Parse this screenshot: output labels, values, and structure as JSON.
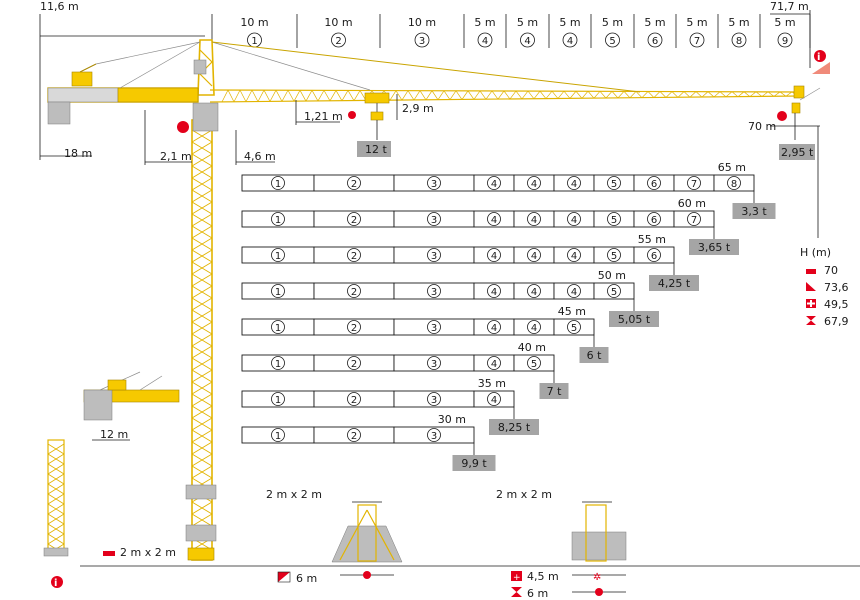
{
  "header_dims": {
    "top_left": "11,6 m",
    "top_right": "71,7 m",
    "sections": [
      {
        "label": "10 m",
        "num": "1"
      },
      {
        "label": "10 m",
        "num": "2"
      },
      {
        "label": "10 m",
        "num": "3"
      },
      {
        "label": "5 m",
        "num": "4"
      },
      {
        "label": "5 m",
        "num": "4"
      },
      {
        "label": "5 m",
        "num": "4"
      },
      {
        "label": "5 m",
        "num": "5"
      },
      {
        "label": "5 m",
        "num": "6"
      },
      {
        "label": "5 m",
        "num": "7"
      },
      {
        "label": "5 m",
        "num": "8"
      },
      {
        "label": "5 m",
        "num": "9"
      }
    ]
  },
  "crane_dims": {
    "counter_jib": "18 m",
    "offset_a": "2,1 m",
    "offset_b": "4,6 m",
    "hook_gap": "1,21 m",
    "trolley_height": "2,9 m",
    "max_load": "12 t",
    "tip_radius": "70 m",
    "tip_load": "2,95 t",
    "short_counter_jib": "12 m",
    "base_size": "2 m x 2 m"
  },
  "height_legend": {
    "title": "H (m)",
    "items": [
      {
        "icon": "square-icon",
        "value": "70"
      },
      {
        "icon": "triangle-icon",
        "value": "73,6"
      },
      {
        "icon": "cross-icon",
        "value": "49,5"
      },
      {
        "icon": "hourglass-icon",
        "value": "67,9"
      }
    ]
  },
  "jib_configs": [
    {
      "radius": "65 m",
      "sections": [
        "1",
        "2",
        "3",
        "4",
        "4",
        "4",
        "5",
        "6",
        "7",
        "8"
      ],
      "load": "3,3 t"
    },
    {
      "radius": "60 m",
      "sections": [
        "1",
        "2",
        "3",
        "4",
        "4",
        "4",
        "5",
        "6",
        "7"
      ],
      "load": "3,65 t"
    },
    {
      "radius": "55 m",
      "sections": [
        "1",
        "2",
        "3",
        "4",
        "4",
        "4",
        "5",
        "6"
      ],
      "load": "4,25 t"
    },
    {
      "radius": "50 m",
      "sections": [
        "1",
        "2",
        "3",
        "4",
        "4",
        "4",
        "5"
      ],
      "load": "5,05 t"
    },
    {
      "radius": "45 m",
      "sections": [
        "1",
        "2",
        "3",
        "4",
        "4",
        "5"
      ],
      "load": "6 t"
    },
    {
      "radius": "40 m",
      "sections": [
        "1",
        "2",
        "3",
        "4",
        "5"
      ],
      "load": "7 t"
    },
    {
      "radius": "35 m",
      "sections": [
        "1",
        "2",
        "3",
        "4"
      ],
      "load": "8,25 t"
    },
    {
      "radius": "30 m",
      "sections": [
        "1",
        "2",
        "3"
      ],
      "load": "9,9 t"
    }
  ],
  "bases": {
    "left_label": "2 m x 2 m",
    "left_base_dim": "6 m",
    "mid_top": "2 m x 2 m",
    "right_top": "2 m x 2 m",
    "right_dim_a": "4,5 m",
    "right_dim_b": "6 m"
  },
  "colors": {
    "crane_yellow": "#f6c900",
    "accent_red": "#e3001b",
    "load_box": "#a5a5a5"
  }
}
